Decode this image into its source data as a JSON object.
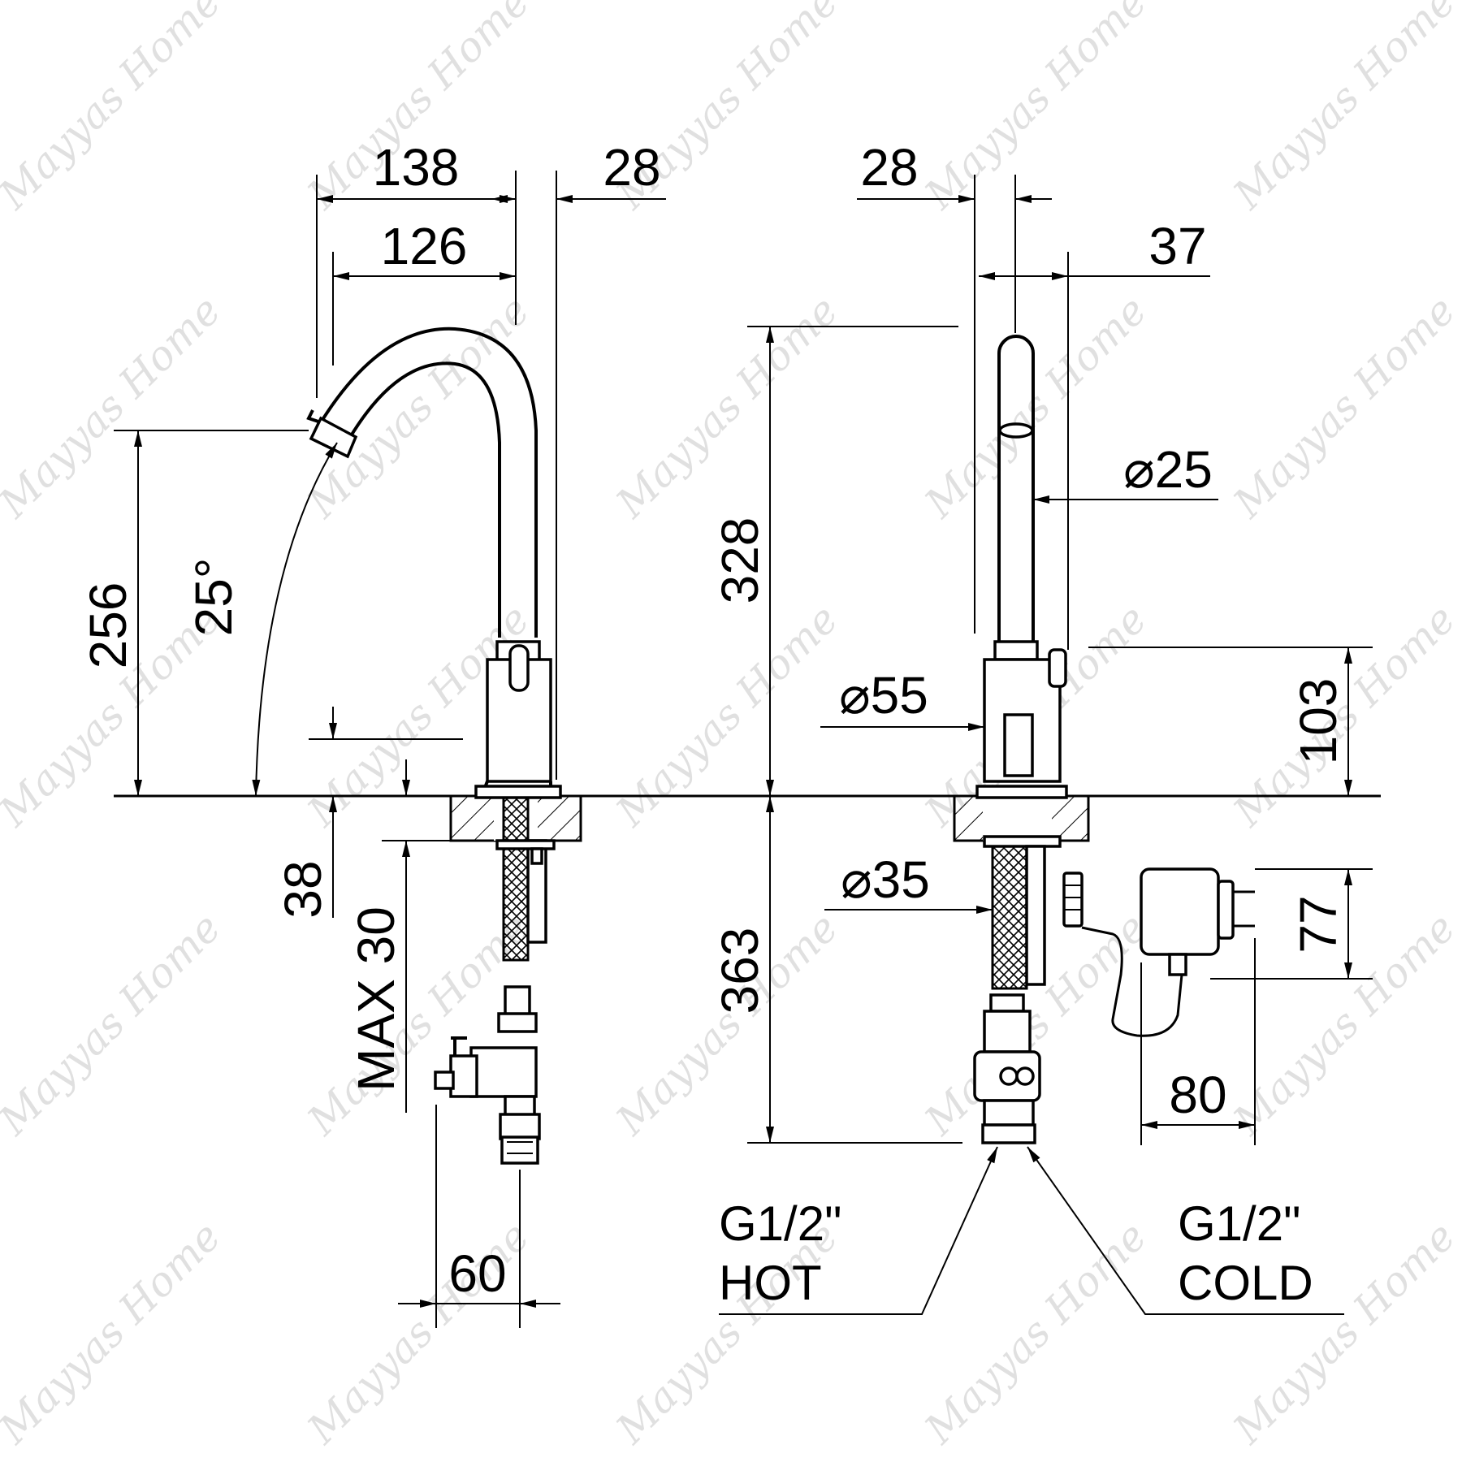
{
  "watermark": "Mayyas Home",
  "side_view": {
    "dims": {
      "spout_reach_outer": "138",
      "spout_reach_inner": "126",
      "body_width": "28",
      "outlet_height": "256",
      "swivel_angle": "25°",
      "deck_hole_depth": "38",
      "max_deck_thickness": "MAX 30",
      "valve_offset": "60"
    }
  },
  "front_view": {
    "dims": {
      "body_depth": "28",
      "spout_offset": "37",
      "spout_diameter": "⌀25",
      "base_diameter": "⌀55",
      "spout_height": "328",
      "body_height": "103",
      "hose_diameter": "⌀35",
      "hose_length": "363",
      "adapter_height": "77",
      "adapter_width": "80"
    },
    "connections": {
      "hot_size": "G1/2\"",
      "hot_label": "HOT",
      "cold_size": "G1/2\"",
      "cold_label": "COLD"
    }
  }
}
